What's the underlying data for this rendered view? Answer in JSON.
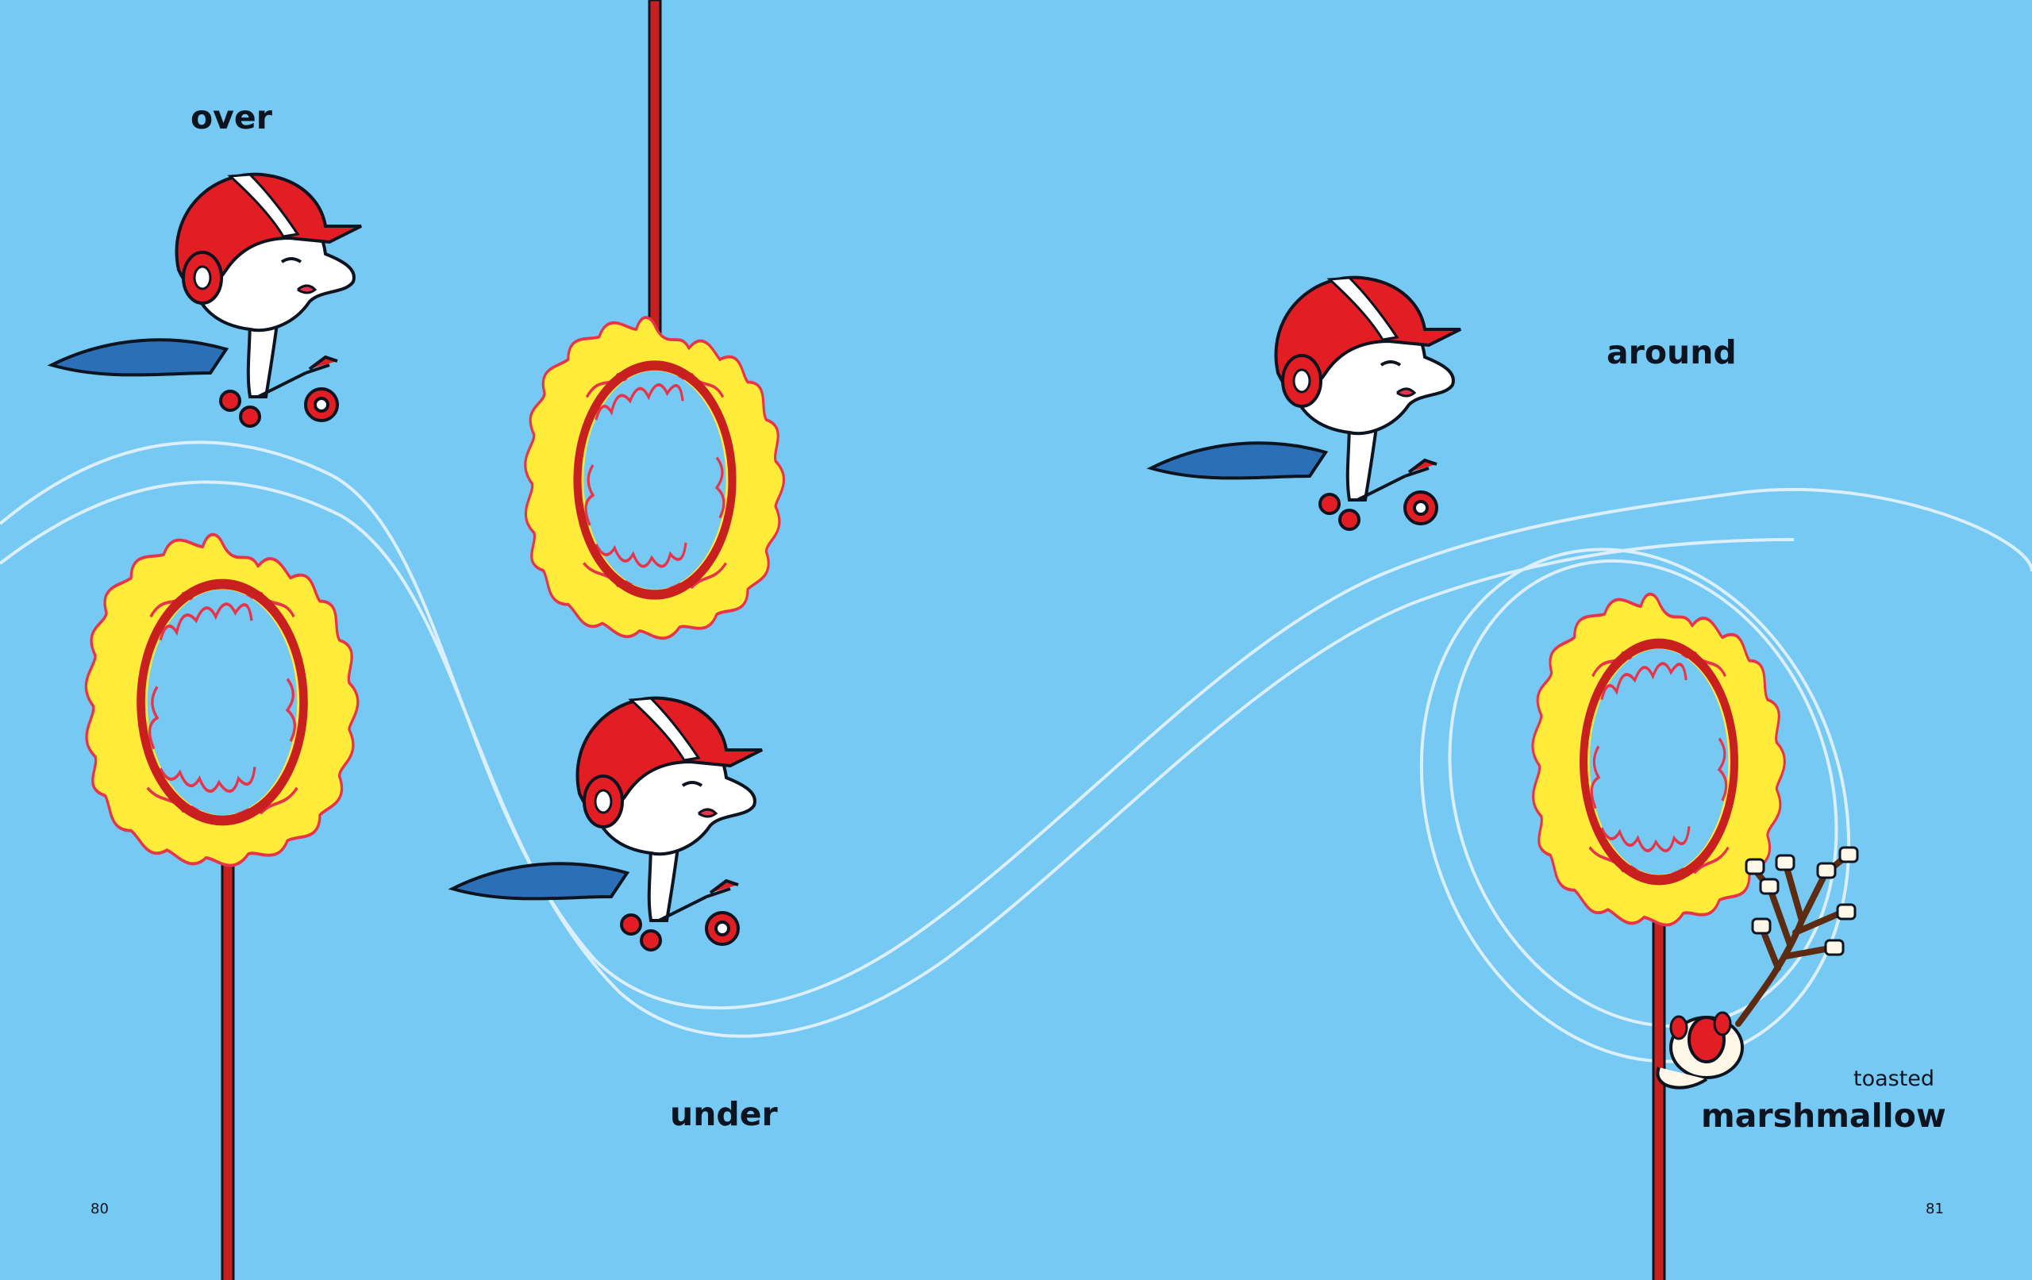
{
  "spread": {
    "background_color": "#75c9f2",
    "words": {
      "over": "over",
      "under": "under",
      "around": "around",
      "toasted": "toasted",
      "marshmallow": "marshmallow"
    },
    "page_numbers": {
      "left": "80",
      "right": "81"
    }
  },
  "illustrations": [
    "fire-hoop-icon",
    "rider-on-tricycle-icon",
    "motion-trail-icon",
    "marshmallow-stick-icon",
    "hoop-pole-icon"
  ],
  "colors": {
    "helmet_red": "#e21d24",
    "cape_blue": "#2b6fb6",
    "flame_yellow": "#ffeb3a",
    "flame_edge": "#e8344a",
    "hoop_red": "#c8201f",
    "trail_white": "#dcefff"
  }
}
